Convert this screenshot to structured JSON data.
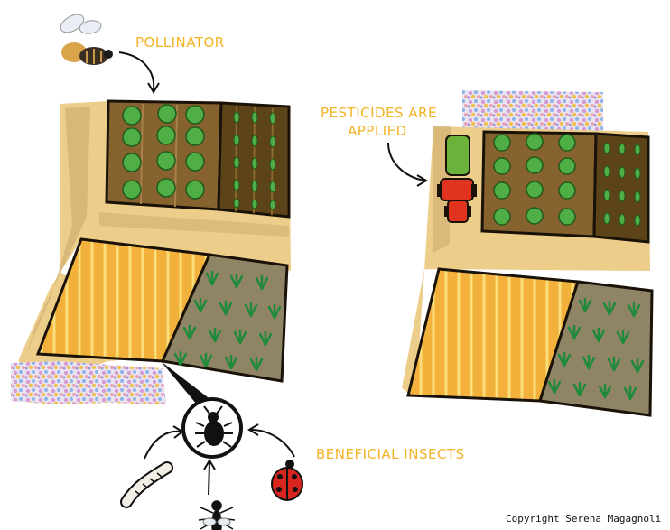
{
  "labels": {
    "pollinator": "POLLINATOR",
    "pesticides_line1": "PESTICIDES ARE",
    "pesticides_line2": "APPLIED",
    "beneficial_insects": "BENEFICIAL INSECTS",
    "copyright": "Copyright Serena Magagnoli"
  },
  "colors": {
    "label": "#f3b223",
    "path": "#eccd8a",
    "soil_dark": "#7a5a2a",
    "soil_mid": "#a07a48",
    "lettuce": "#4fae45",
    "wheat": "#f4b53a",
    "field_grey": "#8f8466",
    "sprout": "#1e8a3a",
    "tractor_red": "#e0341e",
    "tank_green": "#6bb23a",
    "ladybug": "#d8261e"
  },
  "icons": [
    "bee-icon",
    "lettuce-icon",
    "sprout-icon",
    "beetle-icon",
    "larva-icon",
    "ant-icon",
    "ladybug-icon",
    "tractor-icon",
    "flower-strip-icon"
  ]
}
